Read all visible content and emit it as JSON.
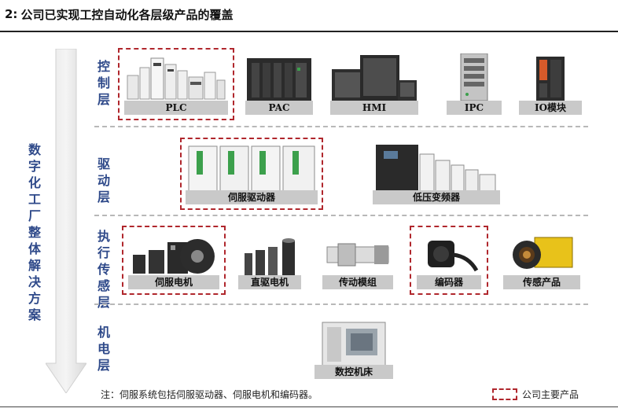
{
  "title": {
    "number": "2:",
    "text": "公司已实现工控自动化各层级产品的覆盖"
  },
  "left_label": "数字化工厂整体解决方案",
  "layers": {
    "control": "控制层",
    "drive": "驱动层",
    "execution": "执行传感层",
    "machine": "机电层"
  },
  "products": {
    "plc": "PLC",
    "pac": "PAC",
    "hmi": "HMI",
    "ipc": "IPC",
    "io": "IO模块",
    "servo_drive": "伺服驱动器",
    "vfd": "低压变频器",
    "servo_motor": "伺服电机",
    "direct_motor": "直驱电机",
    "transmission": "传动模组",
    "encoder": "编码器",
    "sensor": "传感产品",
    "cnc": "数控机床"
  },
  "note": "注：伺服系统包括伺服驱动器、伺服电机和编码器。",
  "legend": "公司主要产品",
  "colors": {
    "accent": "#2f4a8a",
    "highlight": "#b0272d",
    "label_bg": "#c9c9c9"
  }
}
